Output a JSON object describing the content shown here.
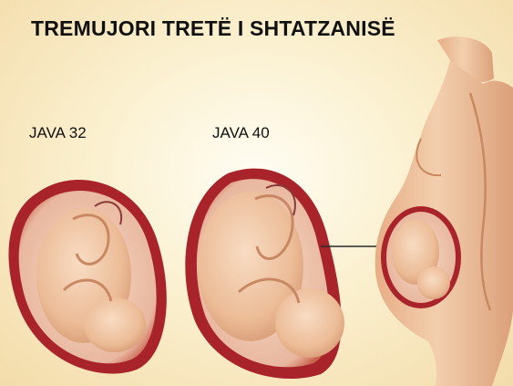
{
  "title": "TREMUJORI TRETË I SHTATZANISË",
  "labels": {
    "week_32": "JAVA 32",
    "week_40": "JAVA 40"
  },
  "colors": {
    "background_center": "#fffdf3",
    "background_edge": "#f3dcaa",
    "womb_wall": "#a8232a",
    "womb_inner": "#f6dcc6",
    "skin": "#f1c8a6",
    "skin_shade": "#d69a74"
  }
}
